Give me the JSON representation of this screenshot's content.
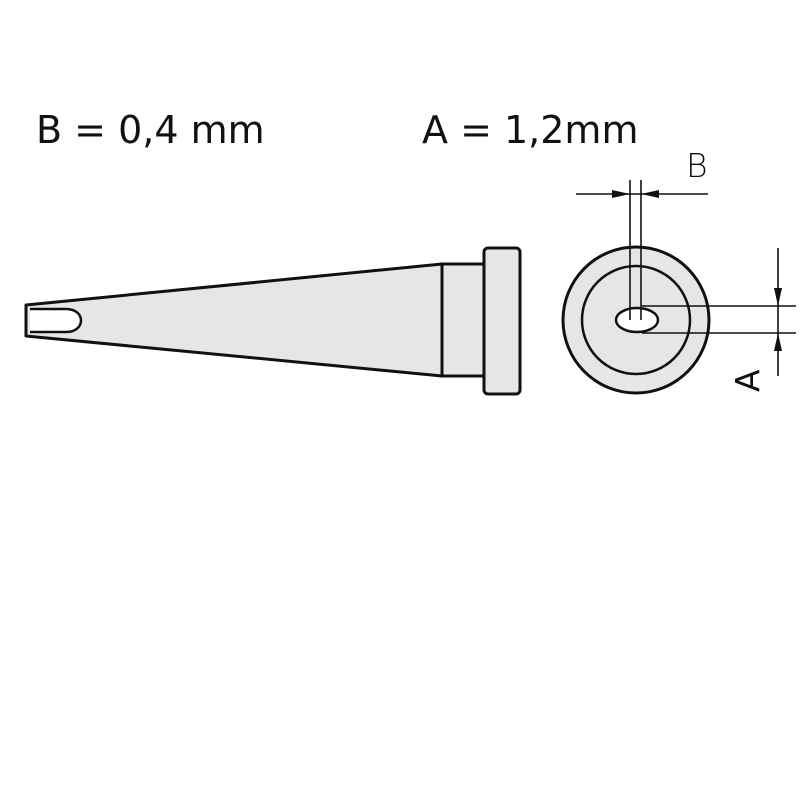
{
  "labels": {
    "b_spec": "B = 0,4 mm",
    "a_spec": "A = 1,2mm",
    "dim_b": "B",
    "dim_a": "A"
  },
  "colors": {
    "stroke": "#111111",
    "fill": "#e6e6e6",
    "background": "#ffffff"
  }
}
